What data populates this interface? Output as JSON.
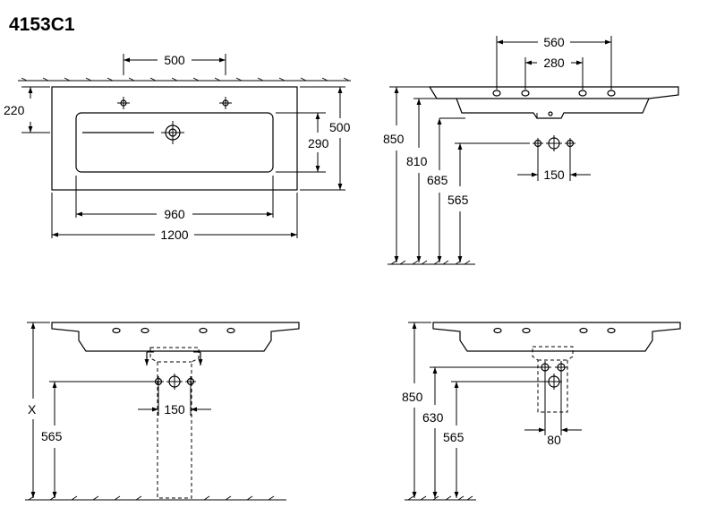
{
  "model_code": "4153C1",
  "top_view": {
    "dims": {
      "tap_spacing": "500",
      "tap_offset": "220",
      "bowl_width": "960",
      "overall_width": "1200",
      "bowl_depth": "290",
      "overall_depth": "500"
    }
  },
  "side_view": {
    "dims": {
      "tap_span_outer": "560",
      "tap_span_inner": "280",
      "rim_height": "850",
      "underside_height": "810",
      "outlet_height": "685",
      "trap_height": "565",
      "fixing_spacing": "150"
    }
  },
  "front_view_a": {
    "dims": {
      "variable_height": "X",
      "trap_height": "565",
      "fixing_spacing": "150"
    }
  },
  "front_view_b": {
    "dims": {
      "rim_height": "850",
      "inlet_height": "630",
      "trap_height": "565",
      "fixing_spacing": "80"
    }
  }
}
